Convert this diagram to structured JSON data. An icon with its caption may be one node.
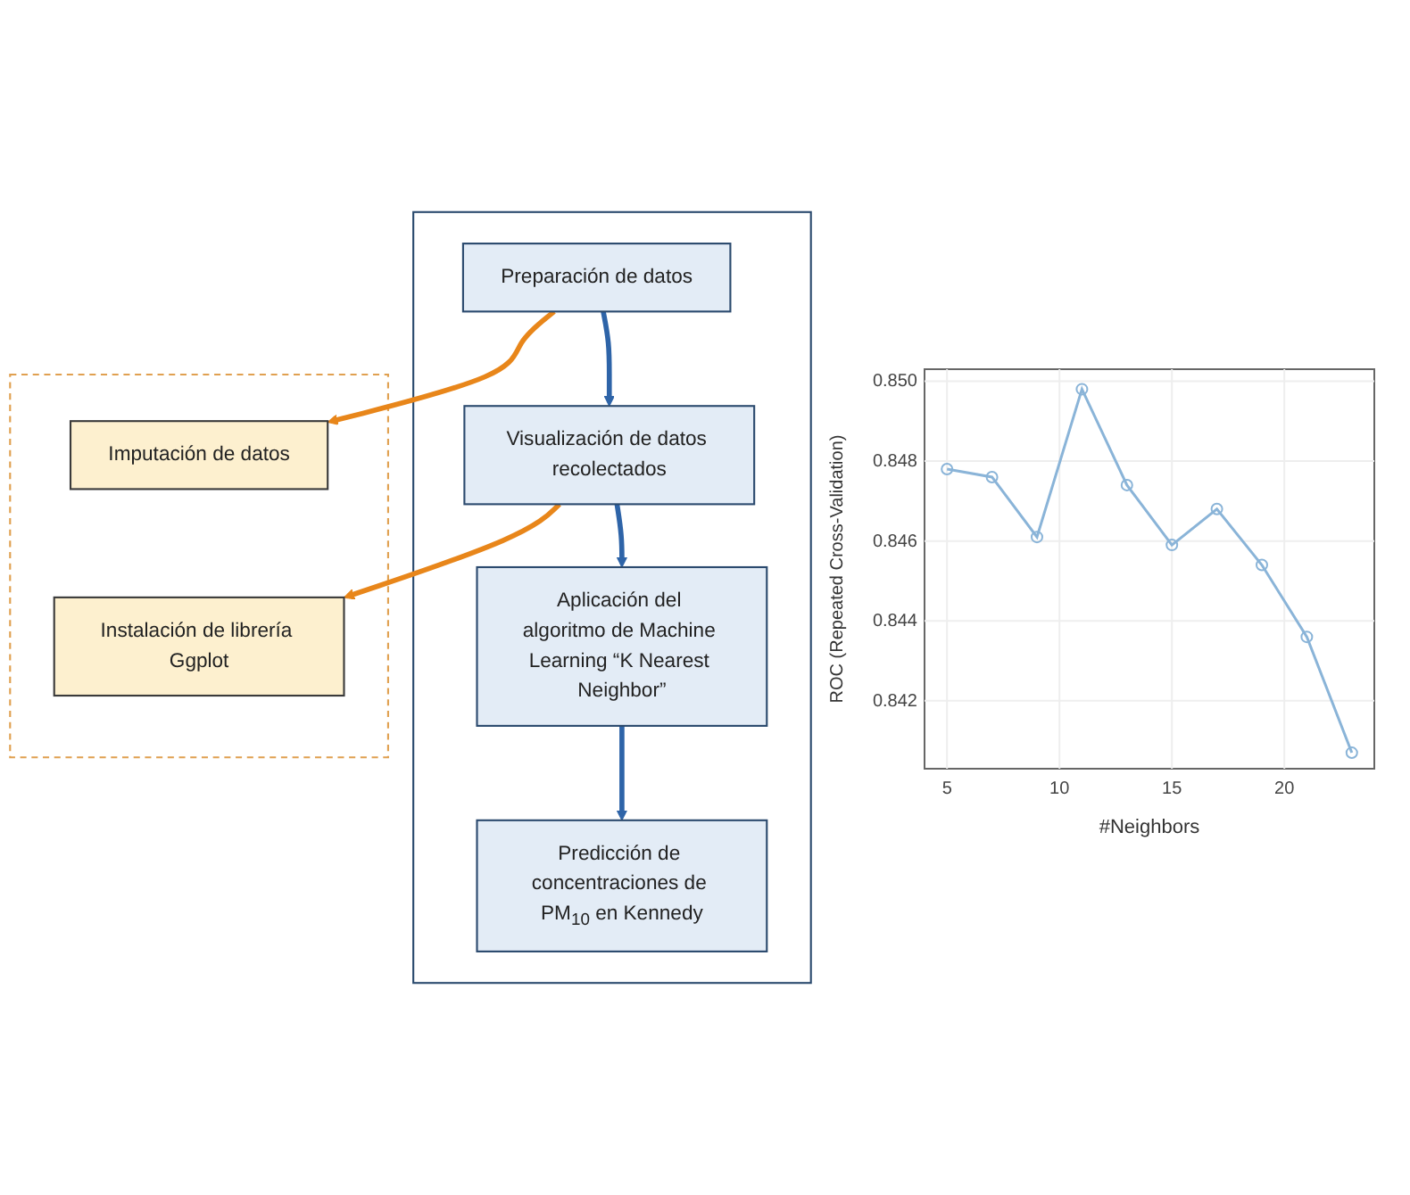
{
  "diagram": {
    "nodes": [
      {
        "text": [],
        "shape": "box"
      },
      {
        "text": [
          "Preparación de datos"
        ],
        "in": 0
      },
      {
        "text": [
          "Visualización de datos recolectados"
        ],
        "in": 0
      },
      {
        "text": [
          "Aplicación del algoritmo de Machine Learning “K Nearest Neighbor”"
        ],
        "in": 0
      },
      {
        "text": [
          "Predicción de concentraciones de PM$_{10}$ en Kennedy"
        ],
        "in": 0
      },
      {
        "text": [],
        "shape": "box"
      },
      {
        "text": [
          "Imputación de datos"
        ],
        "in": 5
      },
      {
        "text": [
          "Instalación de librería Ggplot"
        ],
        "in": 5
      }
    ],
    "edges": [
      {
        "from": 1,
        "to": 2,
        "arrow": "to"
      },
      {
        "from": 2,
        "to": 3,
        "arrow": "to"
      },
      {
        "from": 3,
        "to": 4,
        "arrow": "to"
      },
      {
        "from": 1,
        "to": 6,
        "arrow": "to",
        "color": "#e8861a"
      },
      {
        "from": 2,
        "to": 7,
        "arrow": "to",
        "color": "#e8861a"
      }
    ],
    "chart_data": {
      "type": "line",
      "xlabel": "#Neighbors",
      "ylabel": "ROC (Repeated Cross-Validation)",
      "x": [
        5,
        7,
        9,
        11,
        13,
        15,
        17,
        19,
        21,
        23
      ],
      "series": [
        {
          "color": "#8ab4d8",
          "values": [
            0.8478,
            0.8476,
            0.8461,
            0.8498,
            0.8474,
            0.8459,
            0.8468,
            0.8454,
            0.8436,
            0.8407
          ]
        }
      ],
      "xticks": [
        5,
        10,
        15,
        20
      ],
      "yticks": [
        {
          "value": 0.842,
          "label": "0.842"
        },
        {
          "value": 0.844,
          "label": "0.844"
        },
        {
          "value": 0.846,
          "label": "0.846"
        },
        {
          "value": 0.848,
          "label": "0.848"
        },
        {
          "value": 0.85,
          "label": "0.850"
        }
      ],
      "xlim": [
        4,
        24
      ],
      "ylim": [
        0.8403,
        0.8503
      ],
      "grid": true,
      "marker": "circle"
    }
  }
}
